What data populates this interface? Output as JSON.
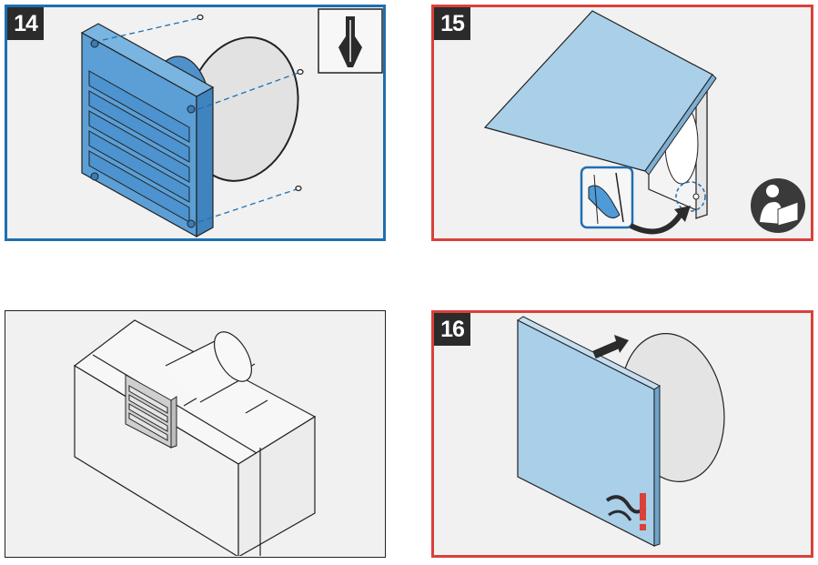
{
  "steps": {
    "s14": "14",
    "s15": "15",
    "s16": "16"
  },
  "colors": {
    "grille_blue": "#5b9fd6",
    "cover_blue": "#a9cfe9",
    "frame_blue": "#1f6fb0",
    "frame_red": "#d9413a",
    "panel_bg": "#f1f1f1"
  },
  "icons": [
    "screwdriver-icon",
    "read-manual-icon",
    "rotate-arrow-icon",
    "warning-icon"
  ]
}
